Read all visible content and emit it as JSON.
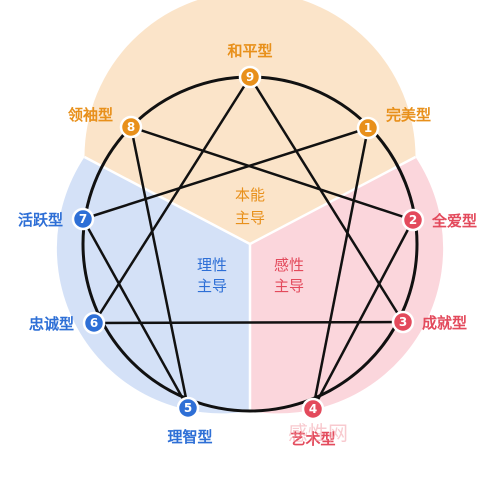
{
  "colors": {
    "gut_fill": "#fbe4c9",
    "head_fill": "#d4e1f7",
    "heart_fill": "#fbd6dc",
    "orange": "#e8901b",
    "blue": "#2e6fd6",
    "red": "#e34a5c",
    "line": "#111111"
  },
  "centers": {
    "gut": [
      "本能",
      "主导"
    ],
    "head": [
      "理性",
      "主导"
    ],
    "heart": [
      "感性",
      "主导"
    ]
  },
  "types": [
    {
      "num": "1",
      "label": "完美型"
    },
    {
      "num": "2",
      "label": "全爱型"
    },
    {
      "num": "3",
      "label": "成就型"
    },
    {
      "num": "4",
      "label": "艺术型"
    },
    {
      "num": "5",
      "label": "理智型"
    },
    {
      "num": "6",
      "label": "忠诚型"
    },
    {
      "num": "7",
      "label": "活跃型"
    },
    {
      "num": "8",
      "label": "领袖型"
    },
    {
      "num": "9",
      "label": "和平型"
    }
  ],
  "watermark": "感性网"
}
